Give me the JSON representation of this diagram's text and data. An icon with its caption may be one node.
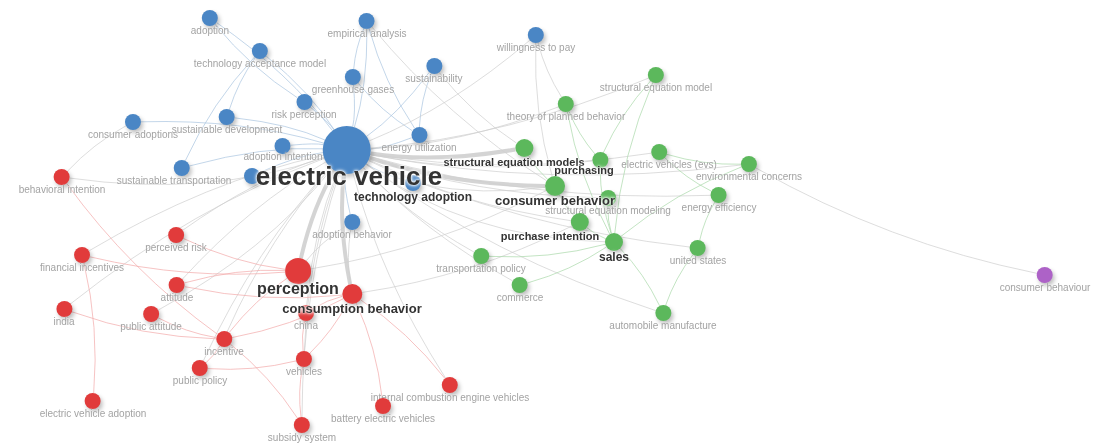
{
  "diagram": {
    "nodes": [
      {
        "text": [
          "electric vehicle"
        ]
      },
      {
        "text": [
          "adoption"
        ]
      },
      {
        "text": [
          "empirical analysis"
        ]
      },
      {
        "text": [
          "willingness to pay"
        ]
      },
      {
        "text": [
          "technology acceptance model"
        ]
      },
      {
        "text": [
          "sustainability"
        ]
      },
      {
        "text": [
          "greenhouse gases"
        ]
      },
      {
        "text": [
          "risk perception"
        ]
      },
      {
        "text": [
          "consumer adoptions"
        ]
      },
      {
        "text": [
          "sustainable development"
        ]
      },
      {
        "text": [
          "energy utilization"
        ]
      },
      {
        "text": [
          "adoption intention"
        ]
      },
      {
        "text": [
          "sustainable transportation"
        ]
      },
      {
        "text": [
          "technology adoption"
        ]
      },
      {
        "text": [
          "adoption behavior"
        ]
      },
      {
        "text": [
          "behavioral intention"
        ]
      },
      {
        "text": [
          "perceived risk"
        ]
      },
      {
        "text": [
          "financial incentives"
        ]
      },
      {
        "text": [
          "perception"
        ]
      },
      {
        "text": [
          "attitude"
        ]
      },
      {
        "text": [
          "consumption behavior"
        ]
      },
      {
        "text": [
          "india"
        ]
      },
      {
        "text": [
          "public attitude"
        ]
      },
      {
        "text": [
          "china"
        ]
      },
      {
        "text": [
          "incentive"
        ]
      },
      {
        "text": [
          "public policy"
        ]
      },
      {
        "text": [
          "vehicles"
        ]
      },
      {
        "text": [
          "internal combustion engine vehicles"
        ]
      },
      {
        "text": [
          "battery electric vehicles"
        ]
      },
      {
        "text": [
          "electric vehicle adoption"
        ]
      },
      {
        "text": [
          "subsidy system"
        ]
      },
      {
        "text": [
          "structural equation model"
        ]
      },
      {
        "text": [
          "theory of planned behavior"
        ]
      },
      {
        "text": [
          "structural equation models"
        ]
      },
      {
        "text": [
          "purchasing"
        ]
      },
      {
        "text": [
          "electric vehicles (evs)"
        ]
      },
      {
        "text": [
          "environmental concerns"
        ]
      },
      {
        "text": [
          "consumer behavior"
        ]
      },
      {
        "text": [
          "structural equation modeling"
        ]
      },
      {
        "text": [
          "energy efficiency"
        ]
      },
      {
        "text": [
          "purchase intention"
        ]
      },
      {
        "text": [
          "sales"
        ]
      },
      {
        "text": [
          "united states"
        ]
      },
      {
        "text": [
          "transportation policy"
        ]
      },
      {
        "text": [
          "commerce"
        ]
      },
      {
        "text": [
          "automobile manufacture"
        ]
      },
      {
        "text": [
          "consumer behaviour"
        ]
      },
      {
        "text": [],
        "shape": "circle"
      }
    ],
    "edges": [
      {
        "from": 0,
        "to": 1,
        "arrow": "none",
        "color": "#a9c4e0"
      },
      {
        "from": 0,
        "to": 2,
        "arrow": "none",
        "color": "#a9c4e0"
      },
      {
        "from": 0,
        "to": 4,
        "arrow": "none",
        "color": "#a9c4e0"
      },
      {
        "from": 0,
        "to": 5,
        "arrow": "none",
        "color": "#a9c4e0"
      },
      {
        "from": 0,
        "to": 6,
        "arrow": "none",
        "color": "#a9c4e0"
      },
      {
        "from": 0,
        "to": 7,
        "arrow": "none",
        "color": "#a9c4e0"
      },
      {
        "from": 0,
        "to": 8,
        "arrow": "none",
        "color": "#a9c4e0"
      },
      {
        "from": 0,
        "to": 9,
        "arrow": "none",
        "color": "#a9c4e0"
      },
      {
        "from": 0,
        "to": 10,
        "arrow": "none",
        "color": "#a9c4e0"
      },
      {
        "from": 0,
        "to": 11,
        "arrow": "none",
        "color": "#a9c4e0"
      },
      {
        "from": 0,
        "to": 12,
        "arrow": "none",
        "color": "#a9c4e0"
      },
      {
        "from": 0,
        "to": 13,
        "arrow": "none",
        "color": "#a9c4e0"
      },
      {
        "from": 0,
        "to": 14,
        "arrow": "none",
        "color": "#a9c4e0"
      },
      {
        "from": 0,
        "to": 47,
        "arrow": "none",
        "color": "#a9c4e0"
      },
      {
        "from": 1,
        "to": 7,
        "arrow": "none",
        "color": "#a9c4e0"
      },
      {
        "from": 2,
        "to": 6,
        "arrow": "none",
        "color": "#a9c4e0"
      },
      {
        "from": 2,
        "to": 10,
        "arrow": "none",
        "color": "#a9c4e0"
      },
      {
        "from": 4,
        "to": 9,
        "arrow": "none",
        "color": "#a9c4e0"
      },
      {
        "from": 4,
        "to": 12,
        "arrow": "none",
        "color": "#a9c4e0"
      },
      {
        "from": 5,
        "to": 10,
        "arrow": "none",
        "color": "#a9c4e0"
      },
      {
        "from": 6,
        "to": 10,
        "arrow": "none",
        "color": "#a9c4e0"
      },
      {
        "from": 0,
        "to": 18,
        "arrow": "none",
        "style": "thick"
      },
      {
        "from": 0,
        "to": 20,
        "arrow": "none",
        "style": "thick"
      },
      {
        "from": 0,
        "to": 37,
        "arrow": "none",
        "style": "thick"
      },
      {
        "from": 0,
        "to": 33,
        "arrow": "none",
        "style": "thick"
      },
      {
        "from": 0,
        "to": 3,
        "arrow": "none"
      },
      {
        "from": 0,
        "to": 15,
        "arrow": "none"
      },
      {
        "from": 0,
        "to": 16,
        "arrow": "none"
      },
      {
        "from": 0,
        "to": 17,
        "arrow": "none"
      },
      {
        "from": 0,
        "to": 19,
        "arrow": "none"
      },
      {
        "from": 0,
        "to": 21,
        "arrow": "none"
      },
      {
        "from": 0,
        "to": 22,
        "arrow": "none"
      },
      {
        "from": 0,
        "to": 23,
        "arrow": "none"
      },
      {
        "from": 0,
        "to": 24,
        "arrow": "none"
      },
      {
        "from": 0,
        "to": 25,
        "arrow": "none"
      },
      {
        "from": 0,
        "to": 26,
        "arrow": "none"
      },
      {
        "from": 0,
        "to": 27,
        "arrow": "none"
      },
      {
        "from": 0,
        "to": 30,
        "arrow": "none"
      },
      {
        "from": 0,
        "to": 31,
        "arrow": "none"
      },
      {
        "from": 0,
        "to": 32,
        "arrow": "none"
      },
      {
        "from": 0,
        "to": 34,
        "arrow": "none"
      },
      {
        "from": 0,
        "to": 35,
        "arrow": "none"
      },
      {
        "from": 0,
        "to": 36,
        "arrow": "none"
      },
      {
        "from": 0,
        "to": 38,
        "arrow": "none"
      },
      {
        "from": 0,
        "to": 39,
        "arrow": "none"
      },
      {
        "from": 0,
        "to": 40,
        "arrow": "none"
      },
      {
        "from": 0,
        "to": 41,
        "arrow": "none"
      },
      {
        "from": 0,
        "to": 42,
        "arrow": "none"
      },
      {
        "from": 0,
        "to": 43,
        "arrow": "none"
      },
      {
        "from": 0,
        "to": 44,
        "arrow": "none"
      },
      {
        "from": 0,
        "to": 45,
        "arrow": "none"
      },
      {
        "from": 3,
        "to": 32,
        "arrow": "none"
      },
      {
        "from": 3,
        "to": 37,
        "arrow": "none"
      },
      {
        "from": 5,
        "to": 33,
        "arrow": "none"
      },
      {
        "from": 8,
        "to": 15,
        "arrow": "none"
      },
      {
        "from": 13,
        "to": 37,
        "arrow": "none"
      },
      {
        "from": 14,
        "to": 18,
        "arrow": "none"
      },
      {
        "from": 14,
        "to": 20,
        "arrow": "none"
      },
      {
        "from": 18,
        "to": 37,
        "arrow": "none"
      },
      {
        "from": 20,
        "to": 40,
        "arrow": "none"
      },
      {
        "from": 2,
        "to": 37,
        "arrow": "none"
      },
      {
        "from": 15,
        "to": 24,
        "arrow": "none",
        "color": "#f2a9a9"
      },
      {
        "from": 16,
        "to": 18,
        "arrow": "none",
        "color": "#f2a9a9"
      },
      {
        "from": 17,
        "to": 18,
        "arrow": "none",
        "color": "#f2a9a9"
      },
      {
        "from": 18,
        "to": 19,
        "arrow": "none",
        "color": "#f2a9a9"
      },
      {
        "from": 18,
        "to": 24,
        "arrow": "none",
        "color": "#f2a9a9"
      },
      {
        "from": 19,
        "to": 20,
        "arrow": "none",
        "color": "#f2a9a9"
      },
      {
        "from": 21,
        "to": 24,
        "arrow": "none",
        "color": "#f2a9a9"
      },
      {
        "from": 22,
        "to": 24,
        "arrow": "none",
        "color": "#f2a9a9"
      },
      {
        "from": 23,
        "to": 26,
        "arrow": "none",
        "color": "#f2a9a9"
      },
      {
        "from": 24,
        "to": 20,
        "arrow": "none",
        "color": "#f2a9a9"
      },
      {
        "from": 25,
        "to": 24,
        "arrow": "none",
        "color": "#f2a9a9"
      },
      {
        "from": 26,
        "to": 30,
        "arrow": "none",
        "color": "#f2a9a9"
      },
      {
        "from": 26,
        "to": 20,
        "arrow": "none",
        "color": "#f2a9a9"
      },
      {
        "from": 27,
        "to": 20,
        "arrow": "none",
        "color": "#f2a9a9"
      },
      {
        "from": 28,
        "to": 20,
        "arrow": "none",
        "color": "#f2a9a9"
      },
      {
        "from": 29,
        "to": 17,
        "arrow": "none",
        "color": "#f2a9a9"
      },
      {
        "from": 30,
        "to": 24,
        "arrow": "none",
        "color": "#f2a9a9"
      },
      {
        "from": 25,
        "to": 26,
        "arrow": "none",
        "color": "#f2a9a9"
      },
      {
        "from": 20,
        "to": 23,
        "arrow": "none",
        "color": "#f2a9a9"
      },
      {
        "from": 31,
        "to": 34,
        "arrow": "none",
        "color": "#a9d9a9"
      },
      {
        "from": 31,
        "to": 41,
        "arrow": "none",
        "color": "#a9d9a9"
      },
      {
        "from": 32,
        "to": 34,
        "arrow": "none",
        "color": "#a9d9a9"
      },
      {
        "from": 32,
        "to": 41,
        "arrow": "none",
        "color": "#a9d9a9"
      },
      {
        "from": 33,
        "to": 37,
        "arrow": "none",
        "color": "#a9d9a9"
      },
      {
        "from": 34,
        "to": 41,
        "arrow": "none",
        "color": "#a9d9a9"
      },
      {
        "from": 35,
        "to": 36,
        "arrow": "none",
        "color": "#a9d9a9"
      },
      {
        "from": 35,
        "to": 39,
        "arrow": "none",
        "color": "#a9d9a9"
      },
      {
        "from": 36,
        "to": 41,
        "arrow": "none",
        "color": "#a9d9a9"
      },
      {
        "from": 37,
        "to": 40,
        "arrow": "none",
        "color": "#a9d9a9"
      },
      {
        "from": 38,
        "to": 41,
        "arrow": "none",
        "color": "#a9d9a9"
      },
      {
        "from": 39,
        "to": 42,
        "arrow": "none",
        "color": "#a9d9a9"
      },
      {
        "from": 40,
        "to": 41,
        "arrow": "none",
        "color": "#a9d9a9"
      },
      {
        "from": 42,
        "to": 45,
        "arrow": "none",
        "color": "#a9d9a9"
      },
      {
        "from": 43,
        "to": 41,
        "arrow": "none",
        "color": "#a9d9a9"
      },
      {
        "from": 44,
        "to": 41,
        "arrow": "none",
        "color": "#a9d9a9"
      },
      {
        "from": 45,
        "to": 41,
        "arrow": "none",
        "color": "#a9d9a9"
      },
      {
        "from": 36,
        "to": 46,
        "arrow": "none"
      }
    ]
  }
}
